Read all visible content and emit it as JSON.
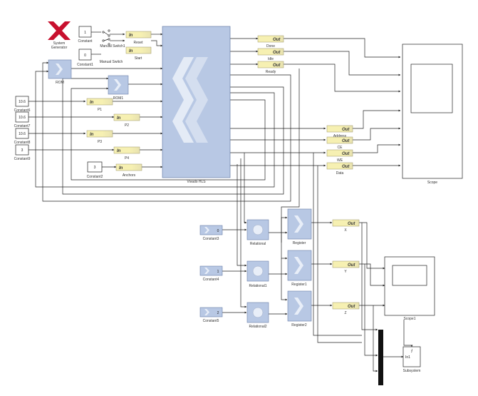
{
  "system_generator": {
    "label_line1": "System",
    "label_line2": "Generator"
  },
  "constants": [
    {
      "id": "c0",
      "value": "1",
      "label": "Constant"
    },
    {
      "id": "c1",
      "value": "0",
      "label": "Constant1"
    },
    {
      "id": "c6",
      "value": "10.6",
      "label": "Constant6"
    },
    {
      "id": "c7",
      "value": "10.6",
      "label": "Constant7"
    },
    {
      "id": "c8",
      "value": "10.6",
      "label": "Constant8"
    },
    {
      "id": "c9",
      "value": "3",
      "label": "Constant9"
    },
    {
      "id": "c2",
      "value": "3",
      "label": "Constant2"
    }
  ],
  "switches": [
    {
      "id": "s1",
      "label": "Manual Switch1"
    },
    {
      "id": "s0",
      "label": "Manual Switch"
    }
  ],
  "gateway_in_text": "In",
  "gateway_out_text": "Out",
  "gateway_in": [
    {
      "id": "reset",
      "label": "Reset"
    },
    {
      "id": "start",
      "label": "Start"
    },
    {
      "id": "p1",
      "label": "P1"
    },
    {
      "id": "p2",
      "label": "P2"
    },
    {
      "id": "p3",
      "label": "P3"
    },
    {
      "id": "p4",
      "label": "P4"
    },
    {
      "id": "anchors",
      "label": "Anchors"
    }
  ],
  "gateway_out": [
    {
      "id": "done",
      "label": "Done"
    },
    {
      "id": "idle",
      "label": "Idle"
    },
    {
      "id": "ready",
      "label": "Ready"
    },
    {
      "id": "address",
      "label": "Address"
    },
    {
      "id": "ce",
      "label": "CE"
    },
    {
      "id": "we",
      "label": "WE"
    },
    {
      "id": "data",
      "label": "Data"
    },
    {
      "id": "x",
      "label": "X"
    },
    {
      "id": "y",
      "label": "Y"
    },
    {
      "id": "z",
      "label": "Z"
    }
  ],
  "roms": [
    {
      "id": "rom",
      "label": "ROM"
    },
    {
      "id": "rom1",
      "label": "ROM1"
    }
  ],
  "vivado": {
    "label": "Vivado HLS"
  },
  "scopes": [
    {
      "id": "scope",
      "label": "Scope"
    },
    {
      "id": "scope1",
      "label": "Scope1"
    }
  ],
  "xconstants": [
    {
      "id": "xc3",
      "value": "0",
      "label": "Constant3"
    },
    {
      "id": "xc4",
      "value": "1",
      "label": "Constant4"
    },
    {
      "id": "xc5",
      "value": "2",
      "label": "Constant5"
    }
  ],
  "relationals": [
    {
      "id": "rel",
      "label": "Relational"
    },
    {
      "id": "rel1",
      "label": "Relational1"
    },
    {
      "id": "rel2",
      "label": "Relational2"
    }
  ],
  "registers": [
    {
      "id": "reg",
      "label": "Register"
    },
    {
      "id": "reg1",
      "label": "Register1"
    },
    {
      "id": "reg2",
      "label": "Register2"
    }
  ],
  "subsystem": {
    "label": "Subsystem"
  },
  "colors": {
    "xilinx_block": "#b8c8e4",
    "gateway": "#f4eeb0",
    "xilinx_red": "#c8102e"
  }
}
